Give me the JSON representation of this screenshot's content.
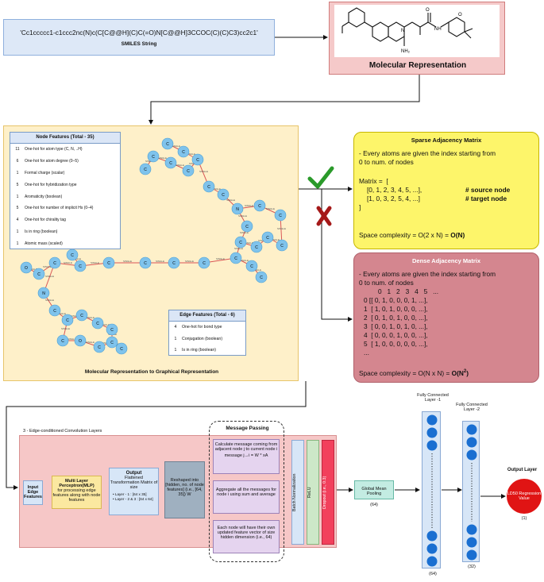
{
  "smiles": {
    "string": "'Cc1ccccc1-c1ccc2nc(N)c(C[C@@H](C)C(=O)N[C@@H]3CCOC(C)(C)C3)cc2c1'",
    "label": "SMILES String"
  },
  "molecular_representation": {
    "label": "Molecular Representation"
  },
  "graph_section": {
    "caption": "Molecular Representation to Graphical Representation",
    "atom_label": "C",
    "bond_label": "SINGLE",
    "extra_atom_labels": [
      "N",
      "O"
    ]
  },
  "node_features": {
    "title": "Node Features (Total - 35)",
    "rows": [
      {
        "count": "11",
        "desc": "One-hot for atom type (C, N, ..H)"
      },
      {
        "count": "6",
        "desc": "One-hot for atom degree (0–5)"
      },
      {
        "count": "1",
        "desc": "Formal charge (scalar)"
      },
      {
        "count": "5",
        "desc": "One-hot for hybridization type"
      },
      {
        "count": "1",
        "desc": "Aromaticity (boolean)"
      },
      {
        "count": "5",
        "desc": "One-hot for number of implicit Hs (0–4)"
      },
      {
        "count": "4",
        "desc": "One-hot for chirality tag"
      },
      {
        "count": "1",
        "desc": "Is in ring (boolean)"
      },
      {
        "count": "1",
        "desc": "Atomic mass (scaled)"
      }
    ]
  },
  "edge_features": {
    "title": "Edge Features (Total - 6)",
    "rows": [
      {
        "count": "4",
        "desc": "One-hot for bond type"
      },
      {
        "count": "1",
        "desc": "Conjugation (boolean)"
      },
      {
        "count": "1",
        "desc": "Is in ring (boolean)"
      }
    ]
  },
  "sparse_matrix": {
    "title": "Sparse Adjacency Matrix",
    "line1": "- Every atoms are given the index starting from",
    "line2": "0 to num. of nodes",
    "line3": "Matrix =  [",
    "row1": "[0, 1, 2, 3, 4, 5, ...],",
    "row1_comment": "# source node",
    "row2": "[1, 0, 3, 2, 5, 4, ...]",
    "row2_comment": "# target node",
    "line_close": "]",
    "complexity_prefix": "Space complexity = O(2 x N) = ",
    "complexity_value": "O(N)"
  },
  "dense_matrix": {
    "title": "Dense Adjacency Matrix",
    "line1": "- Every atoms are given the index starting from",
    "line2": "0 to num. of nodes",
    "header": "0   1   2   3   4   5   ...",
    "rows": [
      "0 [[ 0, 1, 0, 0, 0, 1, ...],",
      "1  [ 1, 0, 1, 0, 0, 0, ...],",
      "2  [ 0, 1, 0, 1, 0, 0, ...],",
      "3  [ 0, 0, 1, 0, 1, 0, ...],",
      "4  [ 0, 0, 0, 1, 0, 0, ...],",
      "5  [ 1, 0, 0, 0, 0, 0, ...],",
      "..."
    ],
    "complexity_prefix": "Space complexity = O(N x N) = ",
    "complexity_value": "O(N",
    "complexity_exp": "2",
    "complexity_close": ")"
  },
  "ecc": {
    "title": "3 - Edge-conditioned Convolution Layers",
    "input": "Input Edge Features",
    "mlp_title": "Multi Layer Perceptron(MLP)",
    "mlp_desc": "for processing edge features along with node features",
    "output_title": "Output",
    "output_desc": "Flattened Transformation Matrix of size",
    "output_b1": "Layer - 1 : [64 x 35]",
    "output_b2": "Layer - 2 & 3 : [64 x 64]",
    "reshape": "Reshaped into [hidden, no. of node features] (i.e., [64, 35]) W"
  },
  "message_passing": {
    "title": "Message Passing",
    "step1": "Calculate message coming from adjacent node j to current node i",
    "step1_formula": "message j→i = W * xA",
    "step2": "Aggregate all the messages for node i using sum and average",
    "step3": "Each node will have their own updated feature vector of size hidden dimension (i.e., 64)"
  },
  "post_layers": {
    "batchnorm": "Batch Normalization",
    "relu": "ReLU",
    "dropout": "Dropout (i.e., 0.3)"
  },
  "pooling": {
    "label": "Global Mean Pooling",
    "size": "(64)"
  },
  "fc1": {
    "label": "Fully Connected Layer -1",
    "size": "(64)"
  },
  "fc2": {
    "label": "Fully Connected Layer -2",
    "size": "(32)"
  },
  "output_layer": {
    "title": "Output Layer",
    "value": "LD50 Regression Value",
    "size": "(1)"
  }
}
